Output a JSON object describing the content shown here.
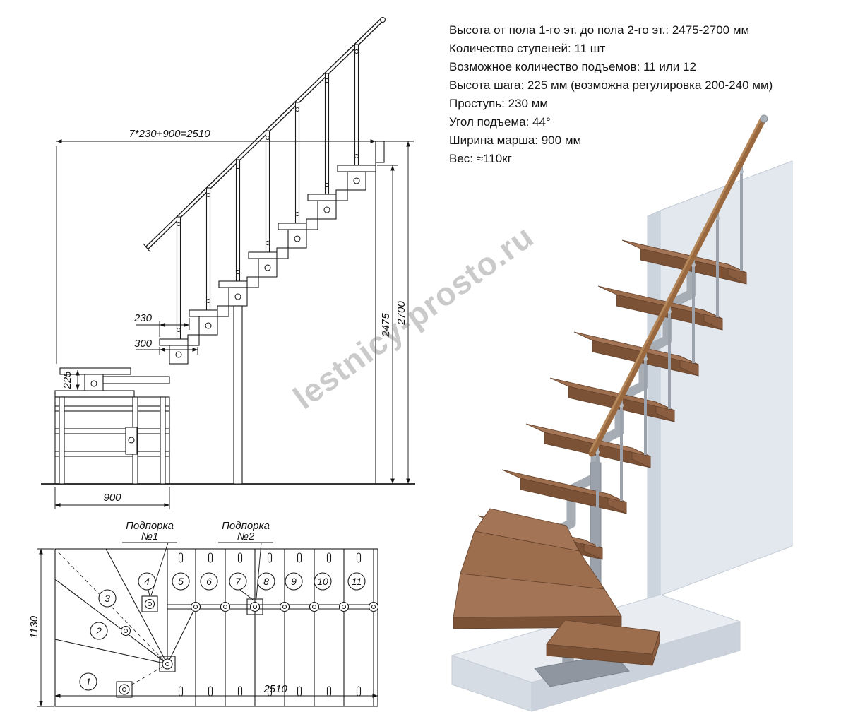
{
  "watermark": "lestnicy-prosto.ru",
  "specs": {
    "lines": [
      "Высота от пола 1-го эт. до пола 2-го эт.: 2475-2700 мм",
      "Количество ступеней: 11 шт",
      "Возможное количество подъемов: 11 или 12",
      "Высота шага: 225 мм (возможна регулировка 200-240 мм)",
      "Проступь: 230 мм",
      "Угол подъема: 44°",
      "Ширина марша: 900 мм",
      "Вес: ≈110кг"
    ]
  },
  "side_view": {
    "dim_top": "7*230+900=2510",
    "dim_run": "230",
    "dim_tread_depth": "300",
    "dim_riser": "225",
    "dim_stair_height": "2475",
    "dim_floor_height": "2700",
    "dim_entry_width": "900"
  },
  "plan_view": {
    "support_1_line1": "Подпорка",
    "support_1_line2": "№1",
    "support_2_line1": "Подпорка",
    "support_2_line2": "№2",
    "dim_depth": "1130",
    "dim_length": "2510",
    "steps": [
      "1",
      "2",
      "3",
      "4",
      "5",
      "6",
      "7",
      "8",
      "9",
      "10",
      "11"
    ]
  },
  "colors": {
    "drawing_line": "#1a1a1a",
    "wood_top": "#a37455",
    "wood_front": "#7c5236",
    "metal": "#9ba2ab",
    "wall": "#e3e8ef",
    "floor": "#e9edf2",
    "watermark_gray": "#7a7a7a"
  }
}
